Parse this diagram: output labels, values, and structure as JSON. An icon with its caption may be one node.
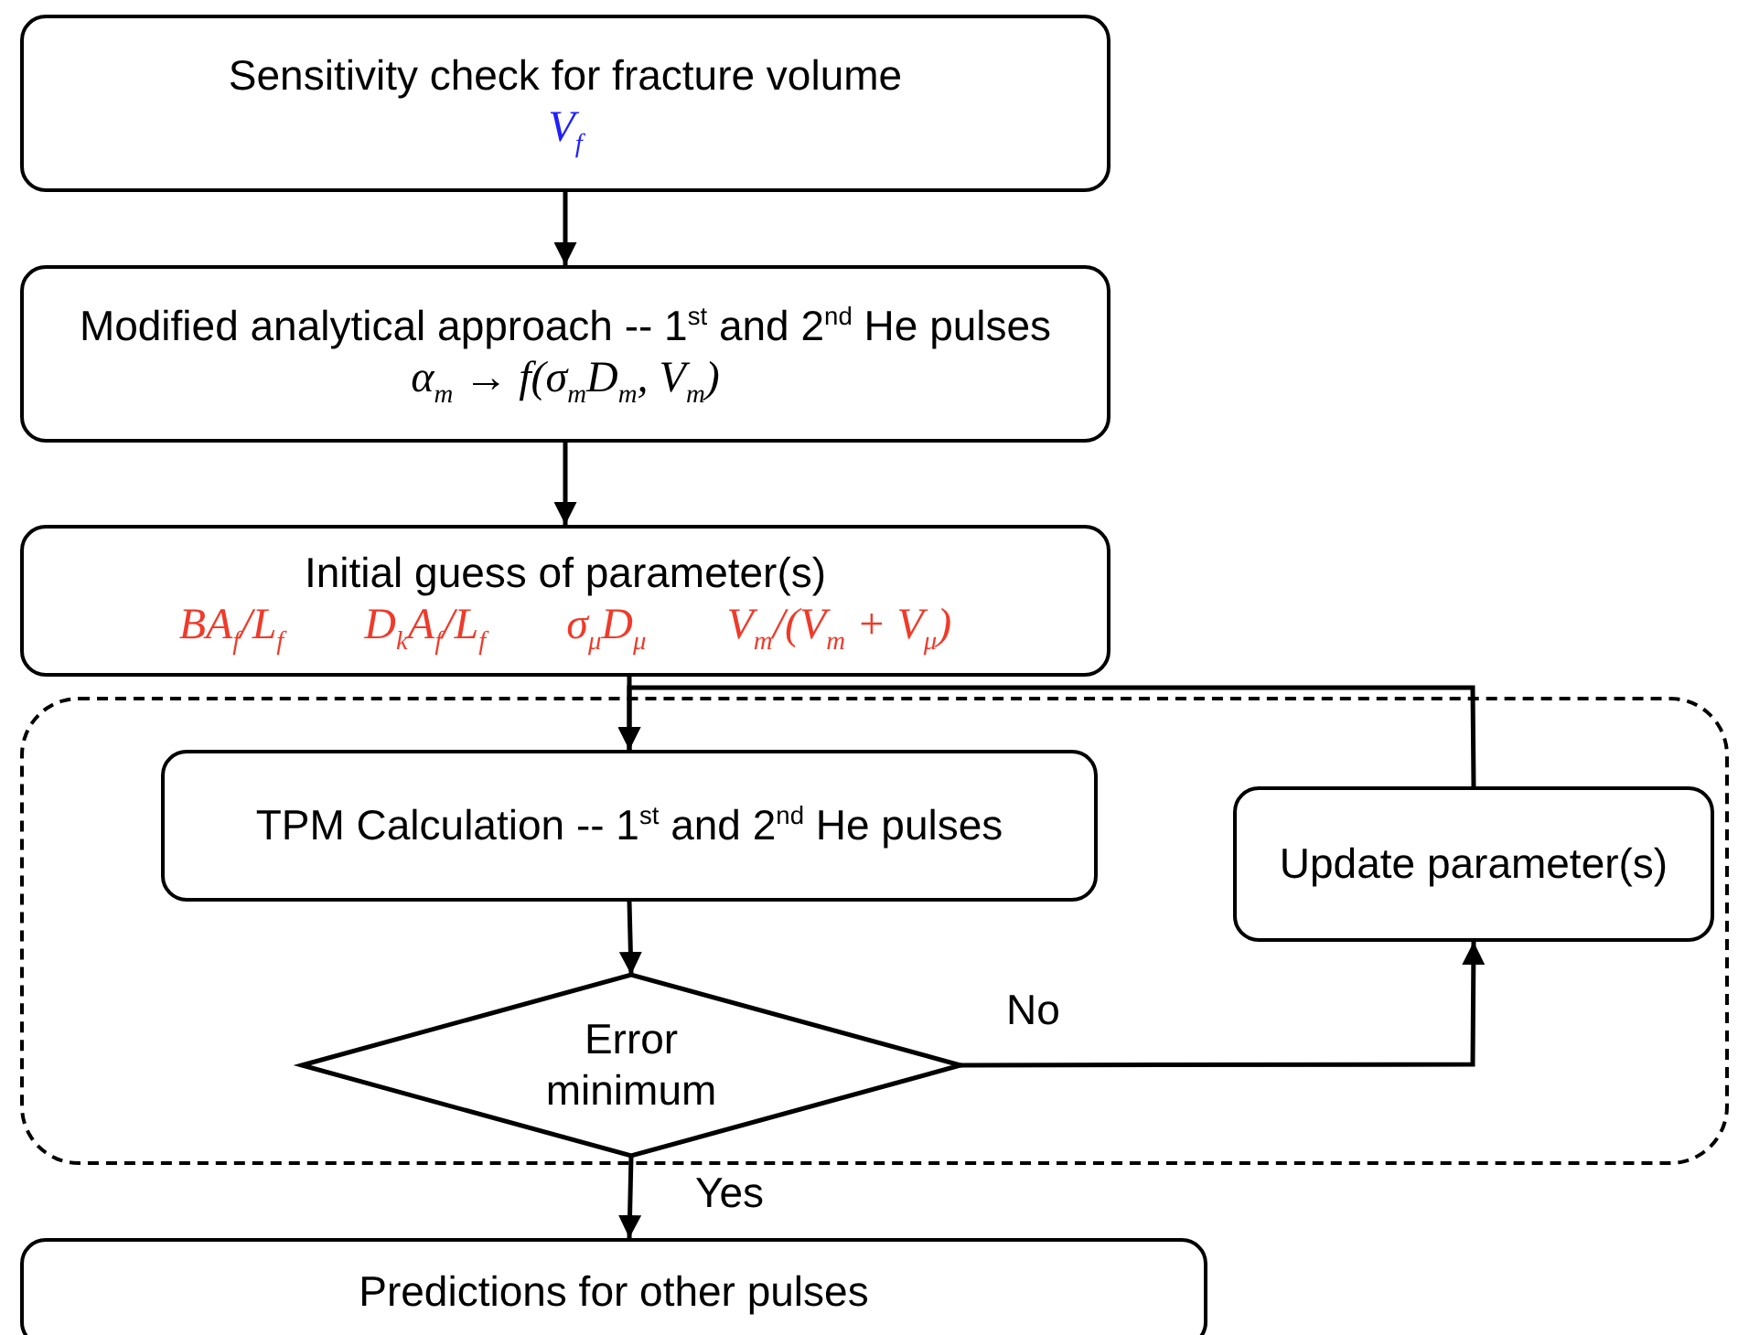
{
  "diagram": {
    "nodes": [
      {
        "text": [
          "Sensitivity check for fracture volume",
          "V$_{f}$"
        ]
      },
      {
        "text": [
          "Modified analytical approach -- 1$^{st}$ and 2$^{nd}$ He pulses",
          "α$_{m}$ → f(σ$_{m}$D$_{m}$, V$_{m}$)"
        ]
      },
      {
        "text": [
          "Initial guess of parameter(s)",
          "BA$_{f}$/L$_{f}$",
          "D$_{k}$A$_{f}$/L$_{f}$",
          "σ$_{μ}$D$_{μ}$",
          "V$_{m}$/(V$_{m}$ + V$_{μ}$)"
        ]
      },
      {
        "text": [],
        "shape": "box"
      },
      {
        "text": [
          "TPM Calculation -- 1$^{st}$ and 2$^{nd}$ He pulses"
        ],
        "in": 3
      },
      {
        "text": [
          "Error minimum"
        ],
        "in": 3
      },
      {
        "text": [
          "Update parameter(s)"
        ],
        "in": 3
      },
      {
        "text": [
          "Predictions for other pulses"
        ]
      }
    ],
    "edges": [
      {
        "from": 0,
        "to": 1,
        "arrow": "to"
      },
      {
        "from": 1,
        "to": 2,
        "arrow": "to"
      },
      {
        "from": 2,
        "to": 4,
        "arrow": "to"
      },
      {
        "from": 4,
        "to": 5,
        "arrow": "to"
      },
      {
        "from": 5,
        "to": 6,
        "arrow": "to",
        "label": "No"
      },
      {
        "from": 6,
        "to": 4,
        "arrow": "to"
      },
      {
        "from": 5,
        "to": 7,
        "arrow": "to",
        "label": "Yes"
      }
    ]
  }
}
